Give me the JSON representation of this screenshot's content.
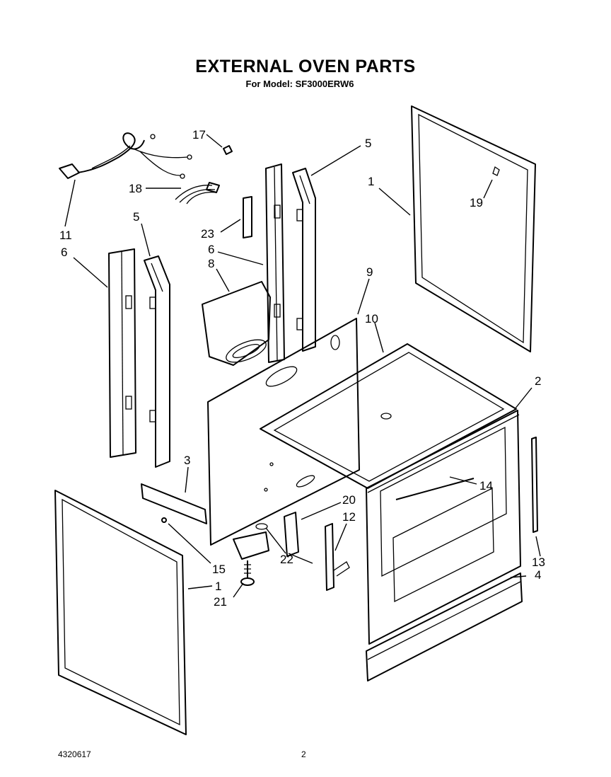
{
  "title": "EXTERNAL OVEN PARTS",
  "subtitle": "For Model: SF3000ERW6",
  "footer": {
    "doc_number": "4320617",
    "page_number": "2"
  },
  "callouts": {
    "c1a": "1",
    "c1b": "1",
    "c2": "2",
    "c3": "3",
    "c4": "4",
    "c5a": "5",
    "c5b": "5",
    "c6a": "6",
    "c6b": "6",
    "c8": "8",
    "c9": "9",
    "c10": "10",
    "c11": "11",
    "c12": "12",
    "c13": "13",
    "c14": "14",
    "c15": "15",
    "c17": "17",
    "c18": "18",
    "c19": "19",
    "c20": "20",
    "c21": "21",
    "c22": "22",
    "c23": "23"
  }
}
